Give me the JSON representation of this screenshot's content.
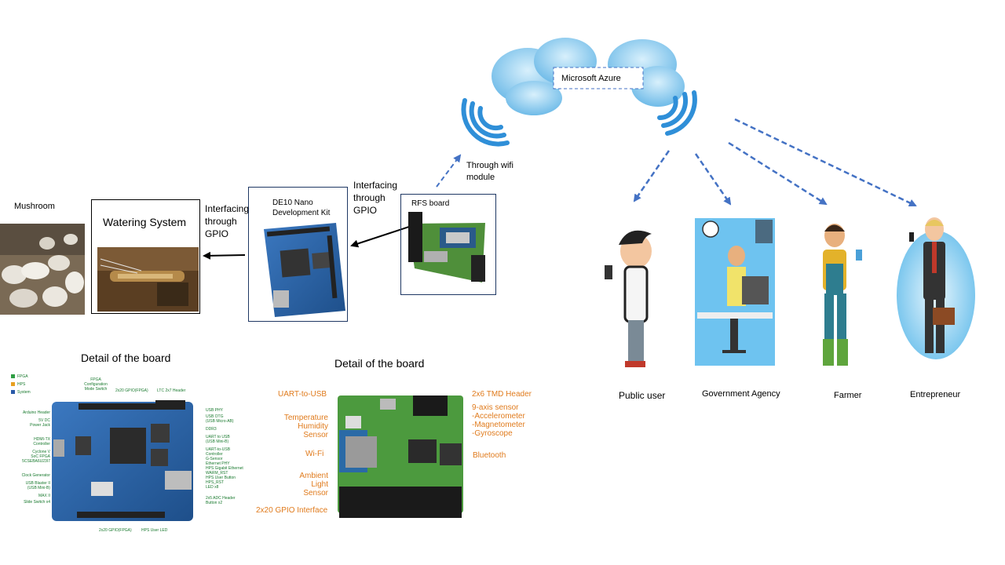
{
  "labels": {
    "mushroom": "Mushroom",
    "watering_system": "Watering System",
    "interfacing_gpio_1": [
      "Interfacing",
      "through",
      "GPIO"
    ],
    "de10_title": [
      "DE10 Nano",
      "Development Kit"
    ],
    "interfacing_gpio_2": [
      "Interfacing",
      "through",
      "GPIO"
    ],
    "rfs_board": "RFS  board",
    "through_wifi": [
      "Through wifi",
      "module"
    ],
    "cloud": "Microsoft Azure",
    "detail_left": "Detail of the board",
    "detail_right": "Detail of the board"
  },
  "users": [
    {
      "label": "Public user"
    },
    {
      "label": "Government Agency"
    },
    {
      "label": "Farmer"
    },
    {
      "label": "Entrepreneur"
    }
  ],
  "rfs_callouts": {
    "uart": "UART-to-USB",
    "tmd": "2x6 TMD Header",
    "nine_axis": [
      "9-axis sensor",
      "-Accelerometer",
      "-Magnetometer",
      "-Gyroscope"
    ],
    "temperature": [
      "Temperature",
      "Humidity",
      "Sensor"
    ],
    "wifi": "Wi-Fi",
    "bluetooth": "Bluetooth",
    "ambient": [
      "Ambient",
      "Light",
      "Sensor"
    ],
    "gpio": "2x20 GPIO Interface"
  },
  "de10_legend": [
    "FPGA",
    "HPS",
    "System"
  ],
  "de10_callouts_left": [
    "Arduino Header",
    "5V DC",
    "Power Jack",
    "HDMI-TX",
    "Controller",
    "Cyclone V",
    "SoC FPGA",
    "5CSEBA6U23I7",
    "Clock Generator",
    "USB Blaster II",
    "(USB Mini-B)",
    "MAX II",
    "Slide Switch x4"
  ],
  "de10_callouts_right": [
    "USB PHY",
    "USB OTG",
    "(USB Micro-AB)",
    "DDR3",
    "UART to USB",
    "(USB Mini-B)",
    "UART-to-USB",
    "Controller",
    "G-Sensor",
    "Ethernet PHY",
    "HPS Gigabit Ethernet",
    "WARM_RST",
    "HPS User Button",
    "HPS_RST",
    "LED x8",
    "2x5 ADC Header",
    "Button x2"
  ],
  "de10_callouts_top": [
    "FPGA",
    "Configuration",
    "Mode Switch",
    "2x20 GPIO(FPGA)",
    "LTC 2x7 Header"
  ],
  "de10_callouts_bottom": [
    "2x20 GPIO(FPGA)",
    "HPS User LED"
  ],
  "colors": {
    "arrow_blue": "#4472c4",
    "cloud_blue": "#7fc6f0",
    "board_blue": "#2d5f9e",
    "callout_orange": "#e07b1d"
  }
}
